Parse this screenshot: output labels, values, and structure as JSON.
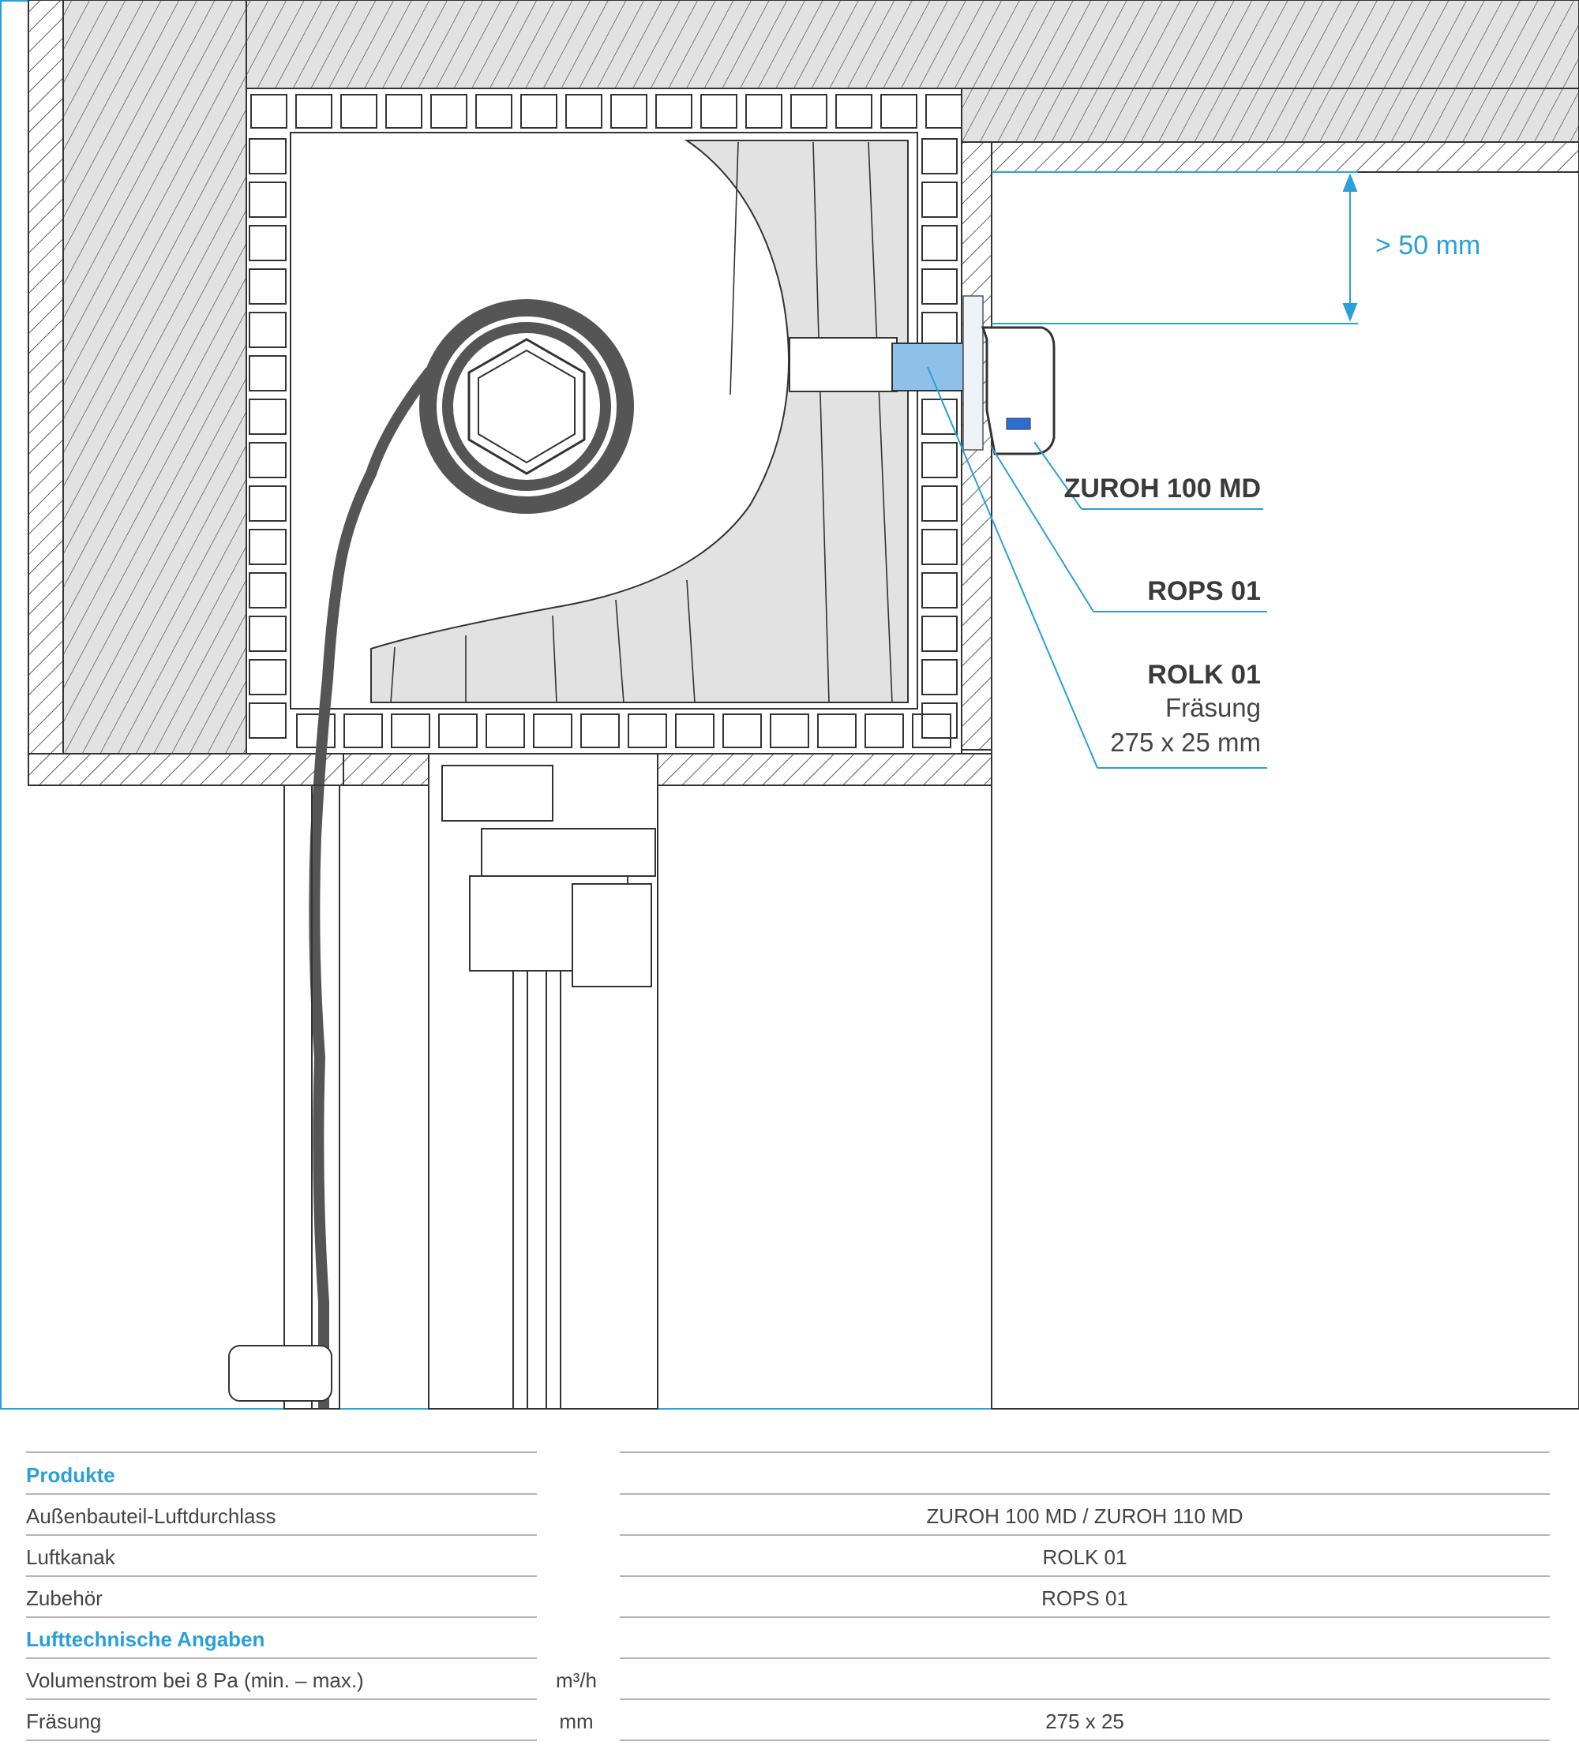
{
  "dimension": {
    "label": "> 50 mm"
  },
  "callouts": [
    {
      "id": "zuroh",
      "name": "ZUROH 100 MD"
    },
    {
      "id": "rops",
      "name": "ROPS 01"
    },
    {
      "id": "rolk",
      "name": "ROLK 01",
      "lines": [
        "Fräsung",
        "275 x 25 mm"
      ]
    }
  ],
  "table": {
    "rows": [
      {
        "label": "Produkte",
        "heading": true,
        "unit": "",
        "value": ""
      },
      {
        "label": "Außenbauteil-Luftdurchlass",
        "heading": false,
        "unit": "",
        "value": "ZUROH 100 MD / ZUROH 110 MD"
      },
      {
        "label": "Luftkanak",
        "heading": false,
        "unit": "",
        "value": "ROLK 01"
      },
      {
        "label": "Zubehör",
        "heading": false,
        "unit": "",
        "value": "ROPS 01"
      },
      {
        "label": "Lufttechnische Angaben",
        "heading": true,
        "unit": "",
        "value": ""
      },
      {
        "label": "Volumenstrom bei 8 Pa (min. – max.)",
        "heading": false,
        "unit": "m³/h",
        "value": ""
      },
      {
        "label": "Fräsung",
        "heading": false,
        "unit": "mm",
        "value": "275 x 25"
      }
    ]
  },
  "colors": {
    "accent": "#2a9fd8",
    "line": "#333333",
    "fill": "#e2e2e2",
    "part": "#8ec1ea"
  }
}
